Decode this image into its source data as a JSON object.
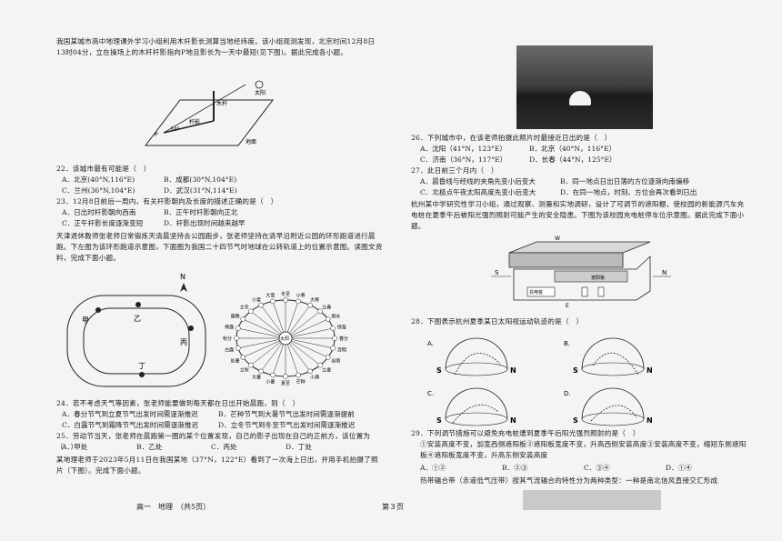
{
  "left": {
    "intro1": "我国某城市高中地理课外学习小组利用木杆影长测算当地经纬度。该小组观测发现，北京时间12月8日13时04分，立在操场上的木杆杆影指向P地且影长为一天中最短(见下图)。据此完成各小题。",
    "fig1": {
      "sun": "太阳",
      "pole": "木杆",
      "shadow": "杆影",
      "ground": "地面",
      "p": "P",
      "angle": "34°"
    },
    "q22": "22．该城市最有可能是（　）",
    "q22_opts": [
      "A．北京(40°N,116°E)",
      "B．成都(30°N,104°E)",
      "C．兰州(36°N,104°E)",
      "D．武汉(31°N,114°E)"
    ],
    "q23": "23．12月8日前后一周内，有关杆影朝向及长度的描述正确的是（　）",
    "q23_opts": [
      "A．日出时杆影朝向西南",
      "B．正午时杆影朝向正北",
      "C．正午杆影长度逐渐变短",
      "D．杆影出现时间越来越早"
    ],
    "intro2": "天津退休教师张老师日常锻炼天清晨坚持去公园跑步，张老师坚持在清早沿附近公园的环形跑道进行晨跑。下左图为该环形跑道示意图，下面图为我国二十四节气时地球在公转轨道上的位置示意图。读图文资料，完成下面小题。",
    "fig2": {
      "track_labels": [
        "甲",
        "乙",
        "丙",
        "丁"
      ],
      "north": "N",
      "terms": [
        "夏至",
        "芒种",
        "小满",
        "立夏",
        "谷雨",
        "清明",
        "春分",
        "惊蛰",
        "雨水",
        "立春",
        "大寒",
        "小寒",
        "冬至",
        "大雪",
        "小雪",
        "立冬",
        "霜降",
        "寒露",
        "秋分",
        "白露",
        "处暑",
        "立秋",
        "大暑",
        "小暑"
      ],
      "sun": "太阳"
    },
    "q24": "24．若不考虑天气等因素，张老师能要做到每天都在日出开始晨跑，则（　）",
    "q24_opts": [
      "A．春分节气到立夏节气出发时间需逐渐推迟",
      "B．芒种节气到大暑节气出发时间需逐渐提前",
      "C．白露节气到霜降节气出发时间需逐渐推迟",
      "D．立冬节气到冬至节气出发时间需逐渐推迟"
    ],
    "q25": "25．劳动节当天，张老师在晨跑第一圈的某个位置发现，自己的影子出现在自己的正前方，该位置为（　）",
    "q25_opts": [
      "A．甲处",
      "B．乙处",
      "C．丙处",
      "D．丁处"
    ],
    "intro3": "某地理老师于2023年5月11日在我国某地（37°N，122°E）看到了一次海上日出，并用手机拍摄了照片（下图）。完成下面小题。",
    "footer_left": "高一　地理　（共5页）"
  },
  "right": {
    "q26": "26．下列城市中，在该老师拍摄此照片时最接近日出的是（　）",
    "q26_opts": [
      "A．沈阳（41°N，123°E）",
      "B．北京（40°N，116°E）",
      "C．济南（36°N，117°E）",
      "D．长春（44°N，125°E）"
    ],
    "q27": "27．此日前三个月内（　）",
    "q27_opts": [
      "A．晨昏线与经线的夹角先变小后变大",
      "B．同一地点日出日落的方位逐渐向南偏移",
      "C．北极点午夜太阳高度先变小后变大",
      "D．在同一地点，时刻、方位会再次看到日出"
    ],
    "intro4": "杭州某中学研究性学习小组，通过观察、测量和实地调研，设计了可调节的遮阳棚，使校园的新能源汽车充电桩在夏季午后被阳光强烈照射可能产生的安全隐患。下图为该校园充电桩停车位示意图。据此完成下面小题。",
    "fig3": {
      "w": "W",
      "s": "S",
      "n": "N",
      "e": "E",
      "shade": "遮阳板",
      "charger": "充电桩"
    },
    "q28": "28．下图表示杭州夏季某日太阳视运动轨迹的是（　）",
    "q28_labels": [
      "A.",
      "B.",
      "C.",
      "D."
    ],
    "dome_s": "S",
    "dome_n": "N",
    "q29": "29．下列调节措施可以避免充电桩遭到夏季午后阳光强烈照射的是（　）",
    "q29_items": "①安装高度不变，加宽西侧遮阳板②遮阳板宽度不变，升高西侧安装高度③安装高度不变，缩短东侧遮阳板④遮阳板宽度不变，升高东侧安装高度",
    "q29_opts": [
      "A．①②",
      "B．②③",
      "C．③④",
      "D．①④"
    ],
    "intro5": "热带辐合带（赤道低气压带）按其气流辐合的特性分为两种类型：一种是南北信风直接交汇形成",
    "footer_page": "第３页"
  }
}
